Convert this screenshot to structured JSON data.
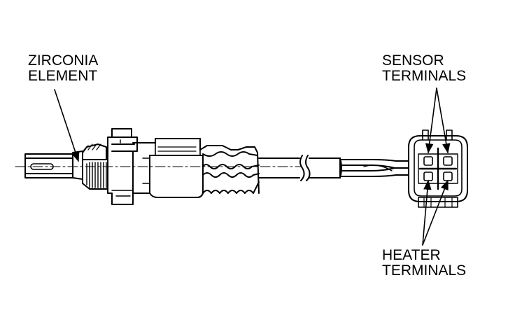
{
  "labels": {
    "zirconia": {
      "line1": "ZIRCONIA",
      "line2": "ELEMENT"
    },
    "sensor_terminals": {
      "line1": "SENSOR",
      "line2": "TERMINALS"
    },
    "heater_terminals": {
      "line1": "HEATER",
      "line2": "TERMINALS"
    }
  },
  "colors": {
    "ink": "#000000",
    "paper": "#ffffff"
  }
}
